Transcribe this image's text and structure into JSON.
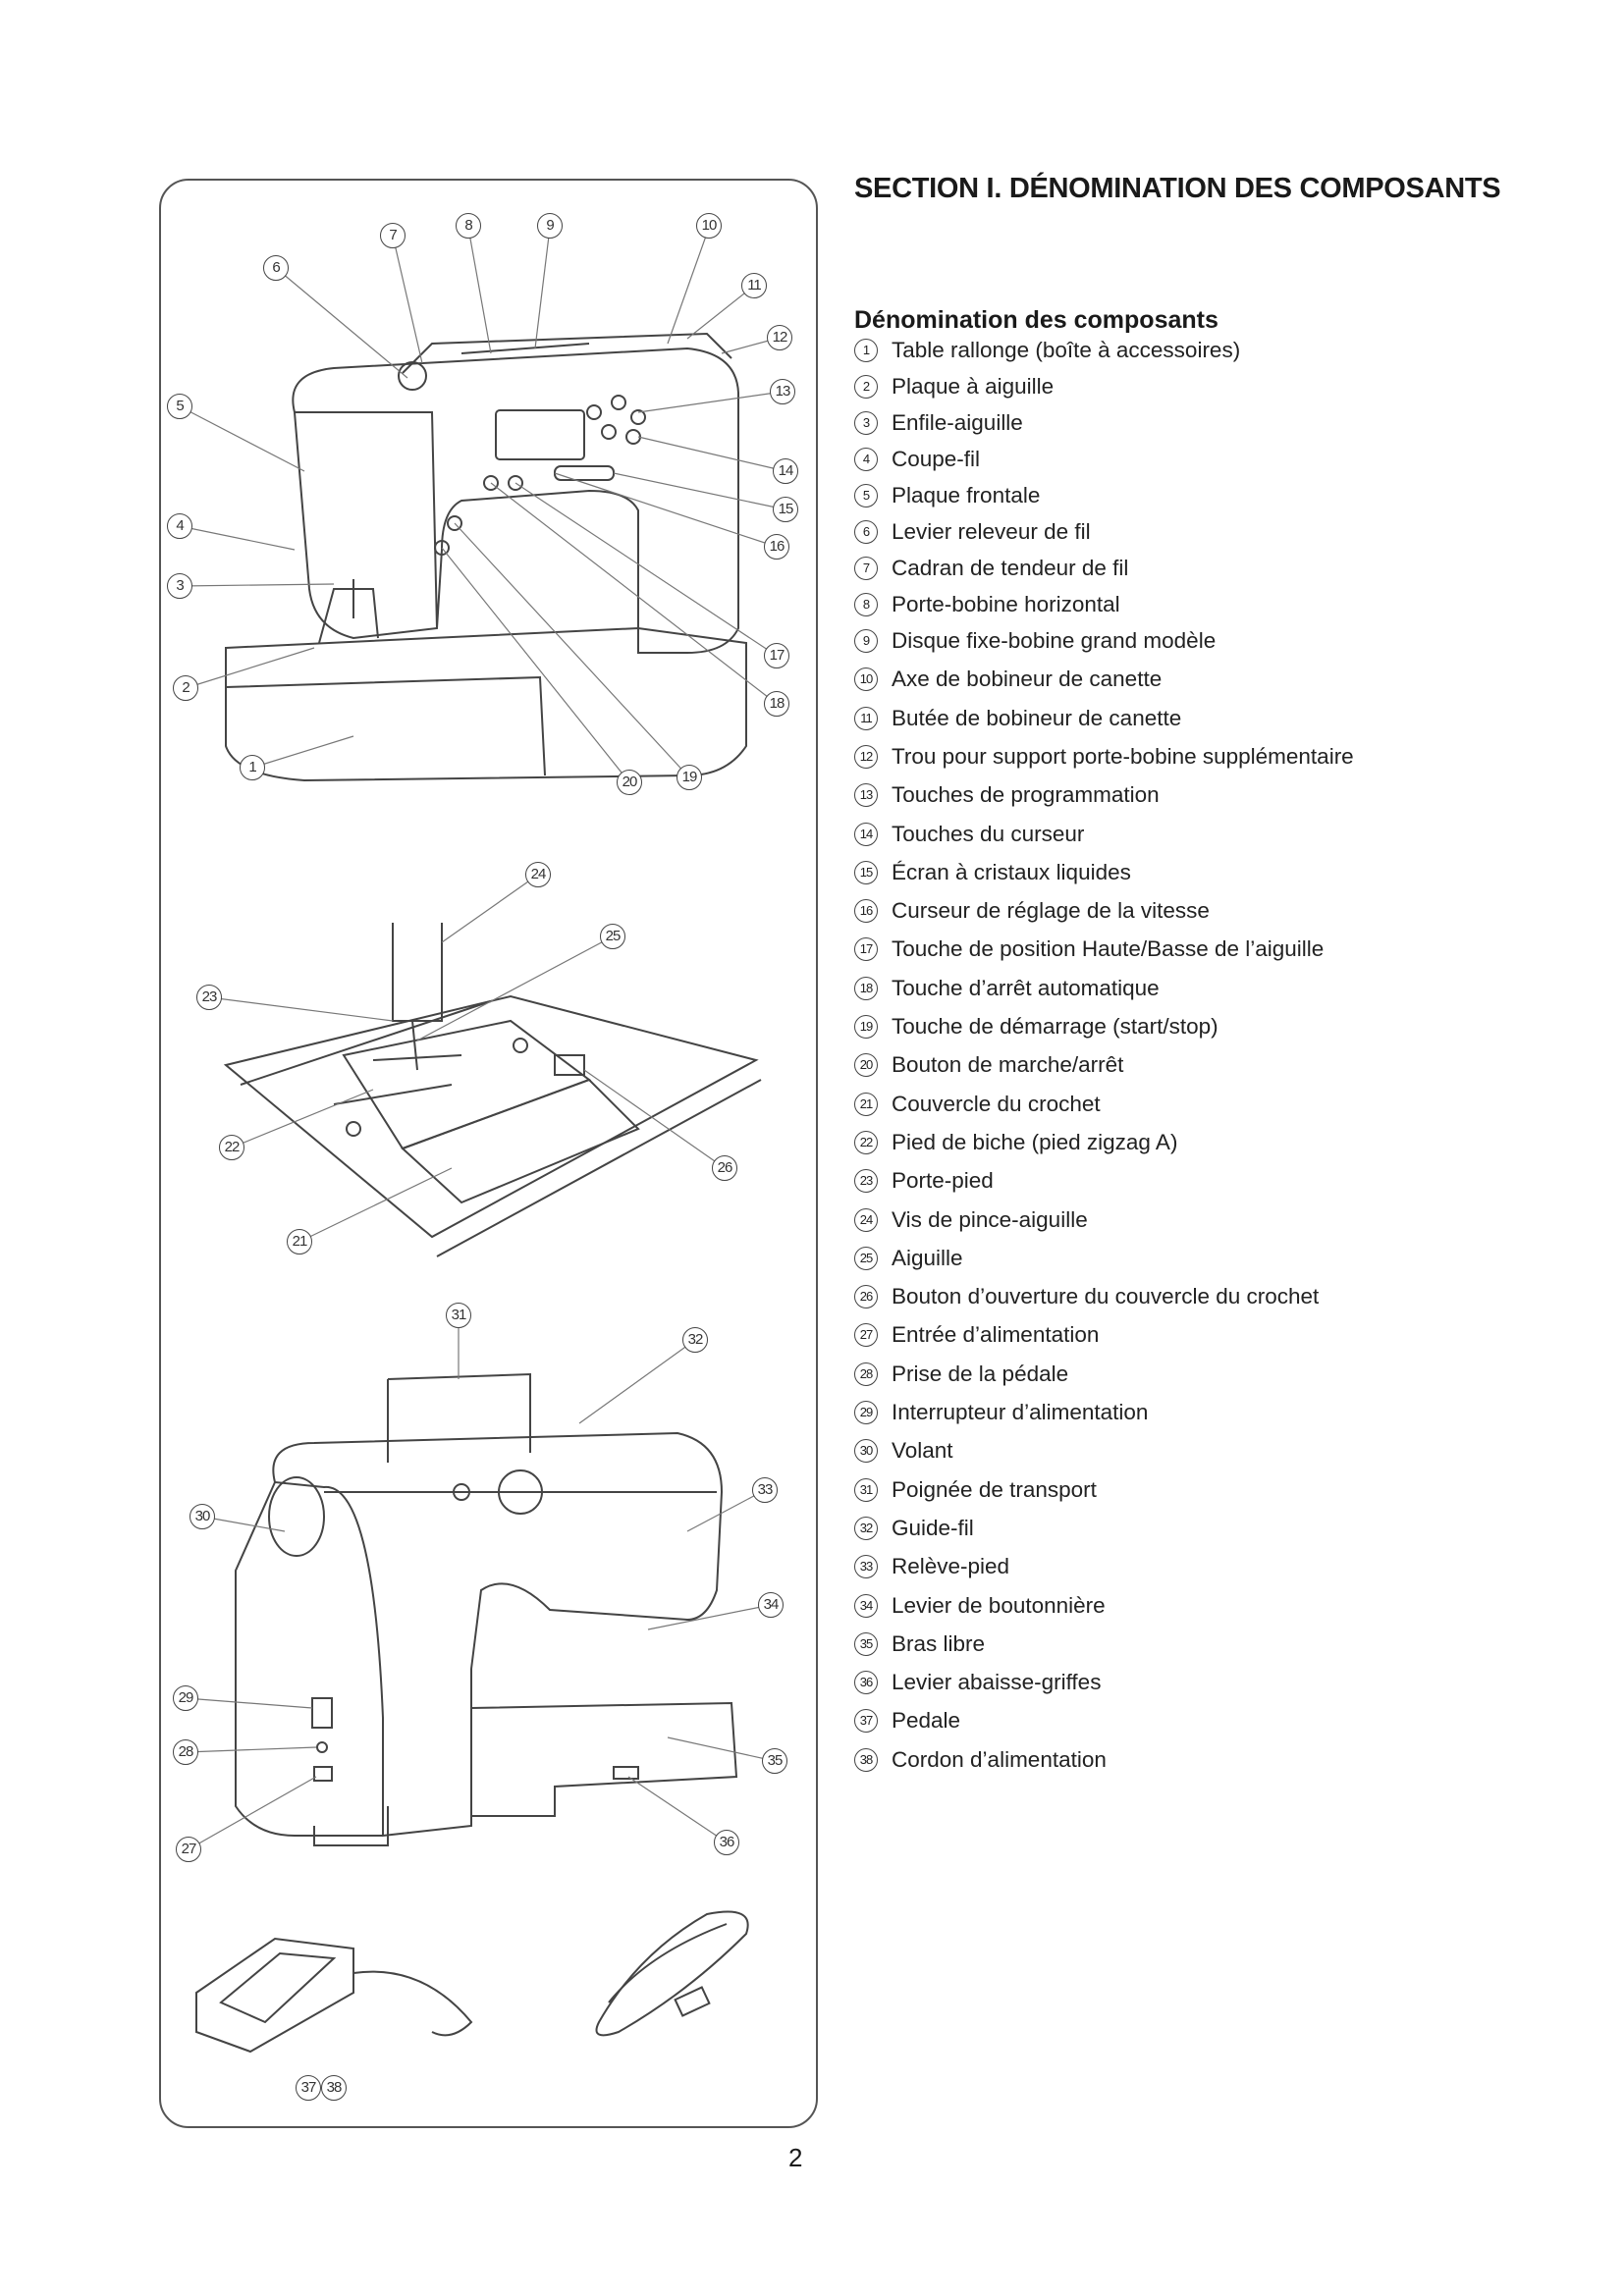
{
  "title": "SECTION I. DÉNOMINATION DES COMPOSANTS",
  "subtitle": "Dénomination des composants",
  "page_number": "2",
  "components": [
    {
      "n": "1",
      "label": "Table rallonge (boîte à accessoires)"
    },
    {
      "n": "2",
      "label": "Plaque à aiguille"
    },
    {
      "n": "3",
      "label": "Enfile-aiguille"
    },
    {
      "n": "4",
      "label": "Coupe-fil"
    },
    {
      "n": "5",
      "label": "Plaque frontale"
    },
    {
      "n": "6",
      "label": "Levier releveur de fil"
    },
    {
      "n": "7",
      "label": "Cadran de tendeur de fil"
    },
    {
      "n": "8",
      "label": "Porte-bobine horizontal"
    },
    {
      "n": "9",
      "label": "Disque fixe-bobine grand modèle"
    },
    {
      "n": "10",
      "label": "Axe de bobineur de canette"
    },
    {
      "n": "11",
      "label": "Butée de bobineur de canette"
    },
    {
      "n": "12",
      "label": "Trou pour support porte-bobine supplémentaire"
    },
    {
      "n": "13",
      "label": "Touches de programmation"
    },
    {
      "n": "14",
      "label": "Touches du curseur"
    },
    {
      "n": "15",
      "label": "Écran à cristaux liquides"
    },
    {
      "n": "16",
      "label": "Curseur de réglage de la vitesse"
    },
    {
      "n": "17",
      "label": "Touche de position Haute/Basse de l’aiguille"
    },
    {
      "n": "18",
      "label": "Touche  d’arrêt automatique"
    },
    {
      "n": "19",
      "label": "Touche de démarrage (start/stop)"
    },
    {
      "n": "20",
      "label": "Bouton de marche/arrêt"
    },
    {
      "n": "21",
      "label": "Couvercle du crochet"
    },
    {
      "n": "22",
      "label": "Pied de biche (pied zigzag A)"
    },
    {
      "n": "23",
      "label": "Porte-pied"
    },
    {
      "n": "24",
      "label": "Vis de pince-aiguille"
    },
    {
      "n": "25",
      "label": "Aiguille"
    },
    {
      "n": "26",
      "label": "Bouton d’ouverture du couvercle du crochet"
    },
    {
      "n": "27",
      "label": "Entrée d’alimentation"
    },
    {
      "n": "28",
      "label": "Prise de la pédale"
    },
    {
      "n": "29",
      "label": "Interrupteur d’alimentation"
    },
    {
      "n": "30",
      "label": "Volant"
    },
    {
      "n": "31",
      "label": "Poignée de transport"
    },
    {
      "n": "32",
      "label": "Guide-fil"
    },
    {
      "n": "33",
      "label": "Relève-pied"
    },
    {
      "n": "34",
      "label": "Levier de boutonnière"
    },
    {
      "n": "35",
      "label": "Bras libre"
    },
    {
      "n": "36",
      "label": "Levier abaisse-griffes"
    },
    {
      "n": "37",
      "label": "Pedale"
    },
    {
      "n": "38",
      "label": "Cordon d’alimentation"
    }
  ],
  "callouts": [
    "7",
    "8",
    "9",
    "10",
    "11",
    "12",
    "13",
    "6",
    "5",
    "14",
    "15",
    "16",
    "4",
    "3",
    "17",
    "18",
    "2",
    "1",
    "20",
    "19",
    "24",
    "25",
    "23",
    "22",
    "26",
    "21",
    "31",
    "32",
    "33",
    "30",
    "34",
    "29",
    "28",
    "35",
    "27",
    "36",
    "37",
    "38"
  ]
}
